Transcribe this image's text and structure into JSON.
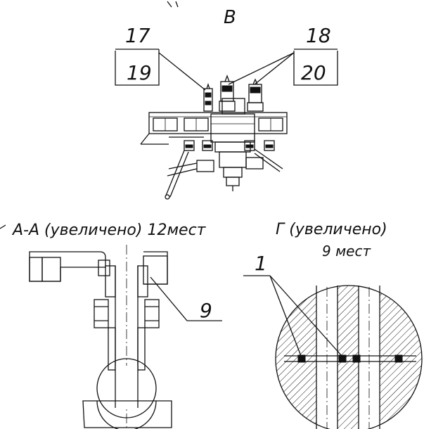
{
  "views": {
    "top_letter": "В",
    "section_aa_title": "А-А (увеличено) 12мест",
    "view_g_title": "Г (увеличено)",
    "view_g_subtitle": "9 мест"
  },
  "callouts": {
    "left_top": "17",
    "left_bottom": "19",
    "right_top": "18",
    "right_bottom": "20",
    "section_item": "9",
    "detail_item": "1"
  }
}
